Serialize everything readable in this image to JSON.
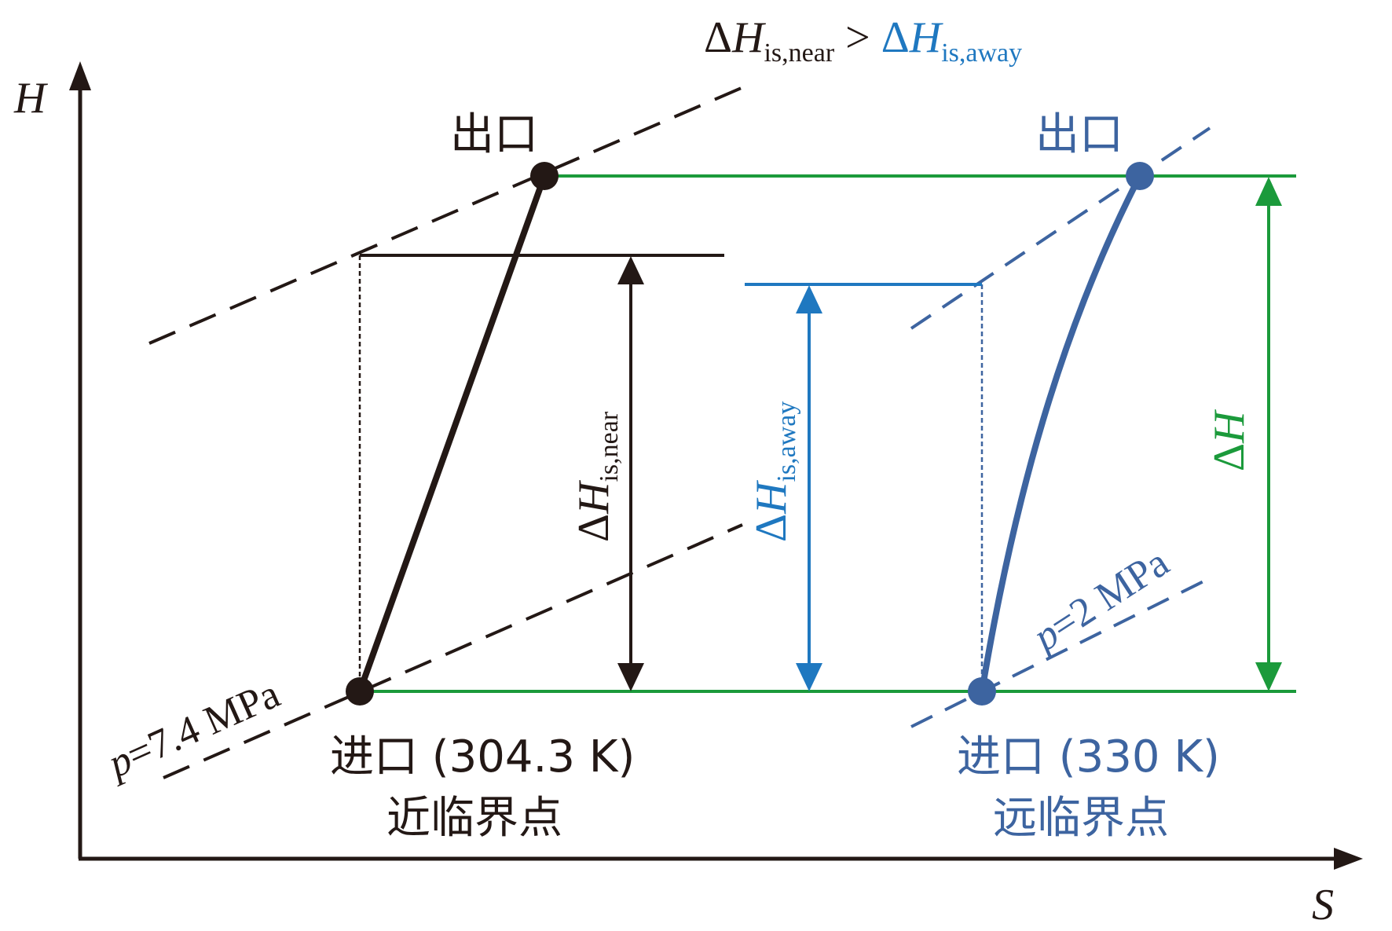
{
  "axes": {
    "y_label": "H",
    "x_label": "S"
  },
  "title": {
    "delta": "Δ",
    "h": "H",
    "sub_near": "is,near",
    "gt": " > ",
    "sub_away": "is,away"
  },
  "near": {
    "outlet_label": "出口",
    "inlet_label": "进口 (304.3 K)",
    "point_label": "近临界点",
    "pressure_p": "p",
    "pressure_value": "=7.4 MPa",
    "delta_sub": "is,near"
  },
  "away": {
    "outlet_label": "出口",
    "inlet_label": "进口 (330 K)",
    "point_label": "远临界点",
    "pressure_p": "p",
    "pressure_value": "=2 MPa",
    "delta_sub": "is,away"
  },
  "delta_h": {
    "delta": "Δ",
    "h": "H"
  },
  "colors": {
    "black": "#231815",
    "blue": "#3d64a0",
    "light_blue": "#1f78c0",
    "green": "#1b9a3b"
  }
}
